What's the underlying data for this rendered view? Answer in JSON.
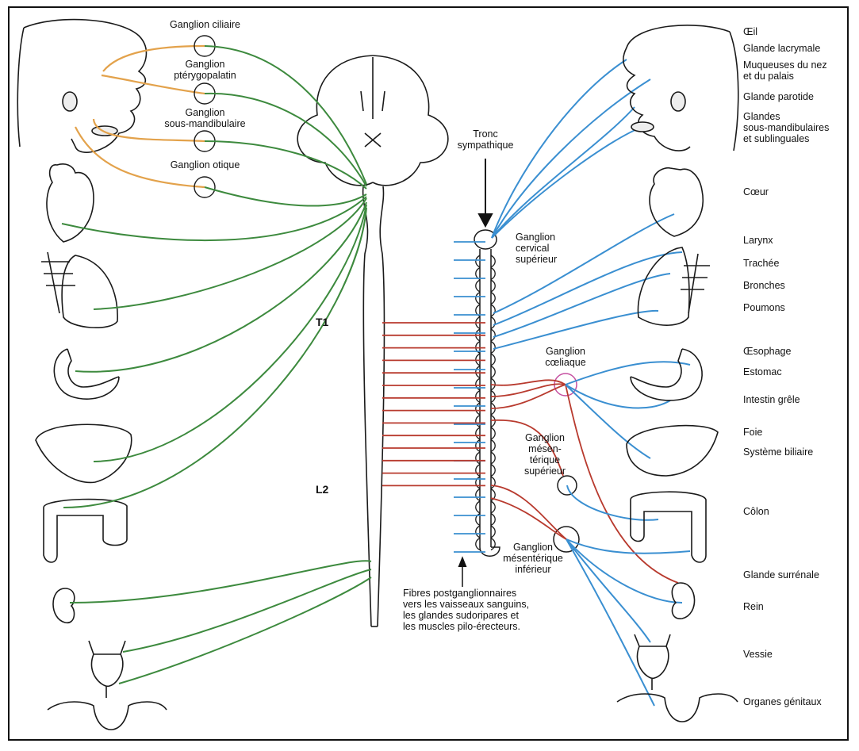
{
  "colors": {
    "parasympathetic": "#3d8a3e",
    "cranial": "#e3a24b",
    "sympathetic_post": "#3a8fd1",
    "sympathetic_pre": "#b83a2e",
    "outline": "#1a1a1a"
  },
  "left": {
    "ganglia": [
      {
        "id": "ciliaire",
        "label": "Ganglion ciliaire"
      },
      {
        "id": "pterygo",
        "label": "Ganglion\nptérygopalatin"
      },
      {
        "id": "sousmand",
        "label": "Ganglion\nsous-mandibulaire"
      },
      {
        "id": "otique",
        "label": "Ganglion otique"
      }
    ]
  },
  "center": {
    "tronc": "Tronc\nsympathique",
    "gcs": "Ganglion\ncervical\nsupérieur",
    "t1": "T1",
    "l2": "L2",
    "coeliaque": "Ganglion\ncœliaque",
    "mes_sup": "Ganglion\nmésen-\ntérique\nsupérieur",
    "mes_inf": "Ganglion\nmésentérique\ninférieur",
    "fibres": "Fibres postganglionnaires\nvers les vaisseaux sanguins,\nles glandes sudoripares et\nles muscles pilo-érecteurs."
  },
  "right": {
    "organs": [
      "Œil",
      "Glande lacrymale",
      "Muqueuses du nez\net du palais",
      "Glande parotide",
      "Glandes\nsous-mandibulaires\net sublinguales",
      "Cœur",
      "Larynx",
      "Trachée",
      "Bronches",
      "Poumons",
      "Œsophage",
      "Estomac",
      "Intestin grêle",
      "Foie",
      "Système biliaire",
      "Côlon",
      "Glande surrénale",
      "Rein",
      "Vessie",
      "Organes génitaux"
    ]
  }
}
